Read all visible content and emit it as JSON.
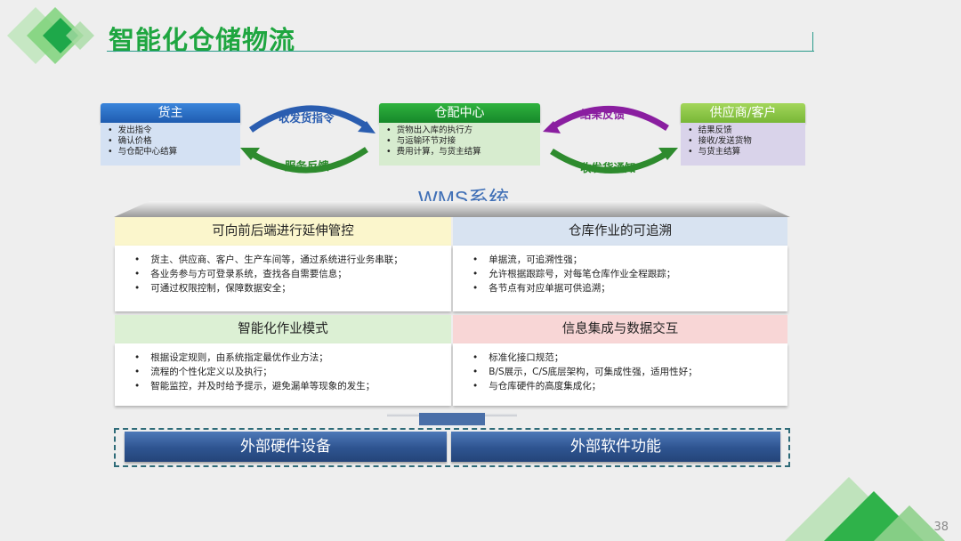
{
  "title": "智能化仓储物流",
  "page_number": "38",
  "parties": [
    {
      "label": "货主",
      "items": [
        "发出指令",
        "确认价格",
        "与仓配中心结算"
      ]
    },
    {
      "label": "仓配中心",
      "items": [
        "货物出入库的执行方",
        "与运输环节对接",
        "费用计算，与货主结算"
      ]
    },
    {
      "label": "供应商/客户",
      "items": [
        "结果反馈",
        "接收/发送货物",
        "与货主结算"
      ]
    }
  ],
  "flows": {
    "left_top": "收发货指令",
    "left_bottom": "服务反馈",
    "right_top": "结果反馈",
    "right_bottom": "收发货通知"
  },
  "wms_title": "WMS系统",
  "quadrants": [
    {
      "title": "可向前后端进行延伸管控",
      "items": [
        "货主、供应商、客户、生产车间等，通过系统进行业务串联；",
        "各业务参与方可登录系统，查找各自需要信息；",
        "可通过权限控制，保障数据安全；"
      ]
    },
    {
      "title": "仓库作业的可追溯",
      "items": [
        "单据流，可追溯性强；",
        "允许根据跟踪号，对每笔仓库作业全程跟踪；",
        "各节点有对应单据可供追溯；"
      ]
    },
    {
      "title": "智能化作业模式",
      "items": [
        "根据设定规则，由系统指定最优作业方法；",
        "流程的个性化定义以及执行；",
        "智能监控，并及时给予提示，避免漏单等现象的发生；"
      ]
    },
    {
      "title": "信息集成与数据交互",
      "items": [
        "标准化接口规范；",
        "B/S展示，C/S底层架构，可集成性强，适用性好；",
        "与仓库硬件的高度集成化；"
      ]
    }
  ],
  "bottom": {
    "hardware": "外部硬件设备",
    "software": "外部软件功能"
  },
  "colors": {
    "title_green": "#1fa640",
    "owner_blue": "#2b6bc2",
    "center_green": "#1e9a2e",
    "supplier_green": "#8cc63f",
    "flow_blue": "#2a5db0",
    "flow_green": "#2e8b2e",
    "flow_purple": "#8a1ea0"
  }
}
